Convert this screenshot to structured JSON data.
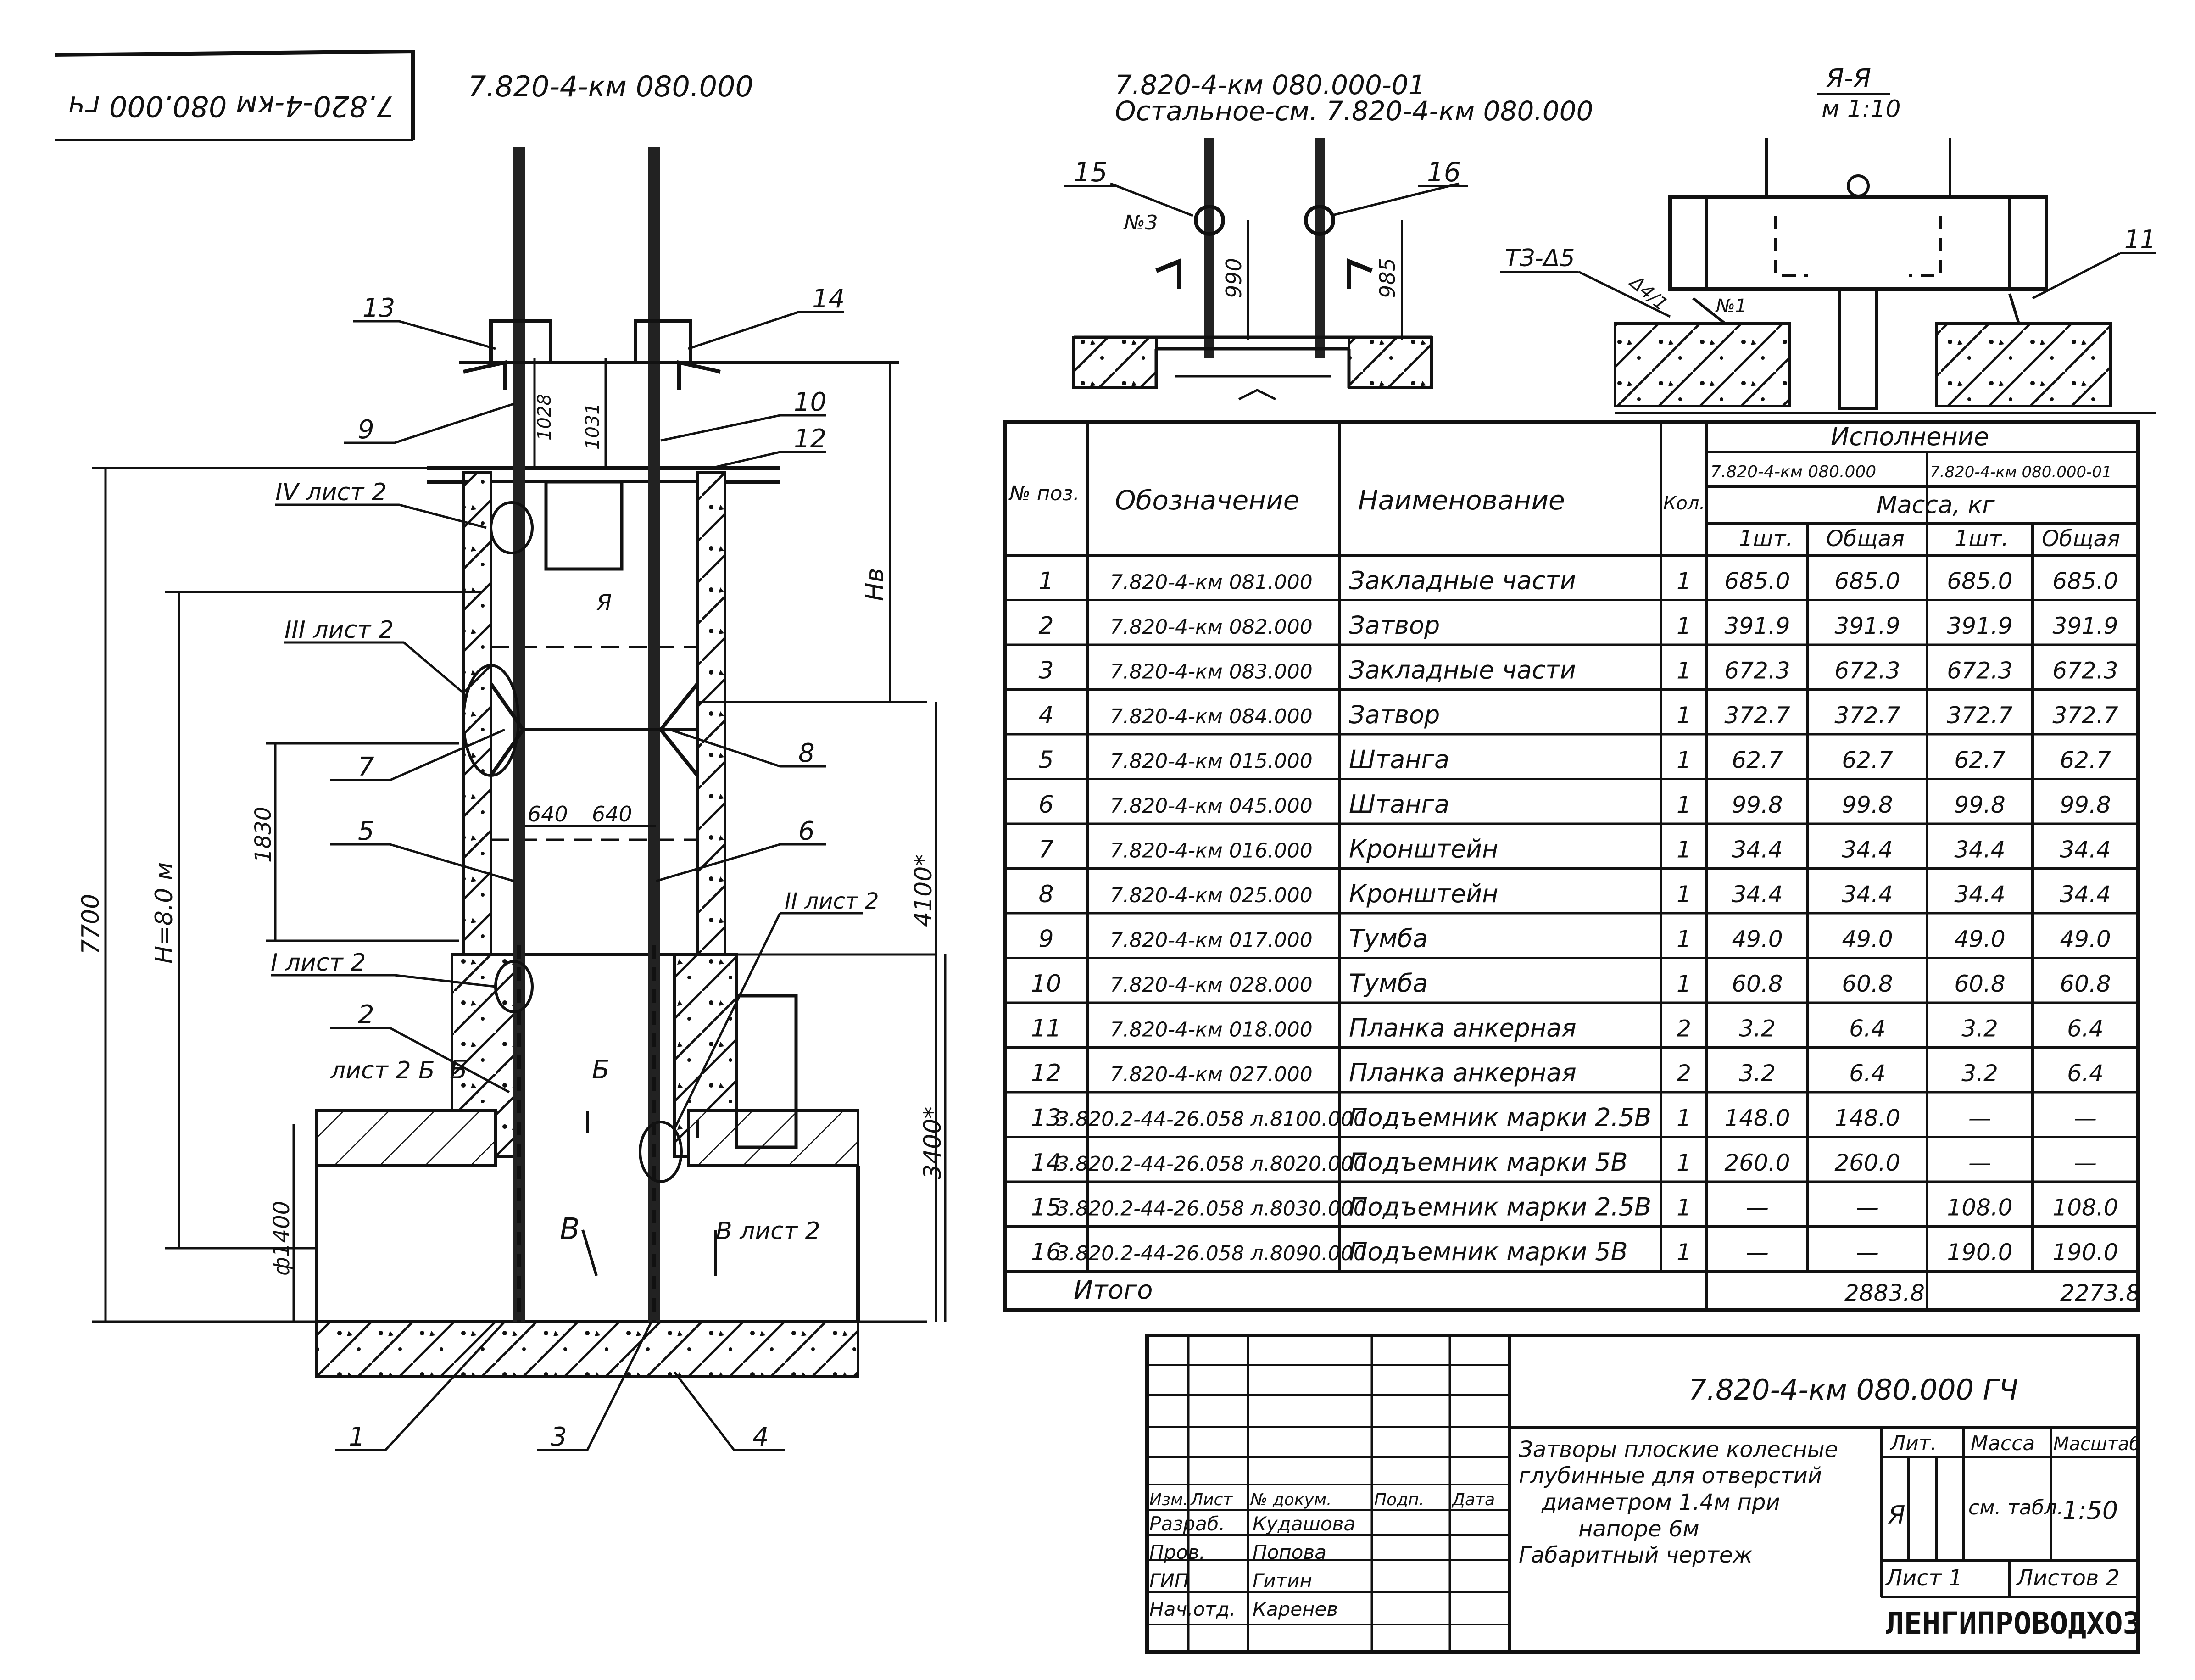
{
  "stamp_codes": {
    "rotated_code": "7.820-4-км 080.000 гч",
    "main_code": "7.820-4-км 080.000",
    "variant_code": "7.820-4-км 080.000-01",
    "variant_note": "Остальное-см. 7.820-4-км 080.000"
  },
  "section_view": {
    "title": "Я-Я",
    "scale": "м 1:10",
    "labels": [
      "ТЗ-Δ5",
      "11",
      "№1",
      "Δ4/1"
    ]
  },
  "detail_view": {
    "labels": [
      "15",
      "16",
      "№3",
      "990",
      "985"
    ]
  },
  "main_view": {
    "callouts": [
      "13",
      "14",
      "9",
      "10",
      "12",
      "7",
      "8",
      "5",
      "6",
      "2",
      "1",
      "3",
      "4"
    ],
    "sheet_refs": [
      "IV лист 2",
      "III лист 2",
      "I лист 2",
      "II лист 2",
      "лист 2 Б",
      "В лист 2"
    ],
    "sections": [
      "Я",
      "Б",
      "Б",
      "В"
    ],
    "dimensions": {
      "d1": "1028",
      "d2": "1031",
      "d3": "1830",
      "d4": "640",
      "d5": "640",
      "total": "7700",
      "h": "Н=8.0 м",
      "d6": "4100*",
      "d7": "3400*",
      "diameter": "ф1400",
      "he": "Нв"
    }
  },
  "spec_table": {
    "headers": {
      "pos": "№ поз.",
      "designation": "Обозначение",
      "name": "Наименование",
      "qty": "Кол.",
      "execution": "Исполнение",
      "exec1": "7.820-4-км 080.000",
      "exec2": "7.820-4-км 080.000-01",
      "mass": "Масса, кг",
      "unit": "1шт.",
      "total": "Общая",
      "unit2": "1шт.",
      "total2": "Общая"
    },
    "rows": [
      {
        "pos": "1",
        "des": "7.820-4-км 081.000",
        "name": "Закладные части",
        "qty": "1",
        "m1": "685.0",
        "t1": "685.0",
        "m2": "685.0",
        "t2": "685.0"
      },
      {
        "pos": "2",
        "des": "7.820-4-км 082.000",
        "name": "Затвор",
        "qty": "1",
        "m1": "391.9",
        "t1": "391.9",
        "m2": "391.9",
        "t2": "391.9"
      },
      {
        "pos": "3",
        "des": "7.820-4-км 083.000",
        "name": "Закладные части",
        "qty": "1",
        "m1": "672.3",
        "t1": "672.3",
        "m2": "672.3",
        "t2": "672.3"
      },
      {
        "pos": "4",
        "des": "7.820-4-км 084.000",
        "name": "Затвор",
        "qty": "1",
        "m1": "372.7",
        "t1": "372.7",
        "m2": "372.7",
        "t2": "372.7"
      },
      {
        "pos": "5",
        "des": "7.820-4-км 015.000",
        "name": "Штанга",
        "qty": "1",
        "m1": "62.7",
        "t1": "62.7",
        "m2": "62.7",
        "t2": "62.7"
      },
      {
        "pos": "6",
        "des": "7.820-4-км 045.000",
        "name": "Штанга",
        "qty": "1",
        "m1": "99.8",
        "t1": "99.8",
        "m2": "99.8",
        "t2": "99.8"
      },
      {
        "pos": "7",
        "des": "7.820-4-км 016.000",
        "name": "Кронштейн",
        "qty": "1",
        "m1": "34.4",
        "t1": "34.4",
        "m2": "34.4",
        "t2": "34.4"
      },
      {
        "pos": "8",
        "des": "7.820-4-км 025.000",
        "name": "Кронштейн",
        "qty": "1",
        "m1": "34.4",
        "t1": "34.4",
        "m2": "34.4",
        "t2": "34.4"
      },
      {
        "pos": "9",
        "des": "7.820-4-км 017.000",
        "name": "Тумба",
        "qty": "1",
        "m1": "49.0",
        "t1": "49.0",
        "m2": "49.0",
        "t2": "49.0"
      },
      {
        "pos": "10",
        "des": "7.820-4-км 028.000",
        "name": "Тумба",
        "qty": "1",
        "m1": "60.8",
        "t1": "60.8",
        "m2": "60.8",
        "t2": "60.8"
      },
      {
        "pos": "11",
        "des": "7.820-4-км 018.000",
        "name": "Планка анкерная",
        "qty": "2",
        "m1": "3.2",
        "t1": "6.4",
        "m2": "3.2",
        "t2": "6.4"
      },
      {
        "pos": "12",
        "des": "7.820-4-км 027.000",
        "name": "Планка анкерная",
        "qty": "2",
        "m1": "3.2",
        "t1": "6.4",
        "m2": "3.2",
        "t2": "6.4"
      },
      {
        "pos": "13",
        "des": "3.820.2-44-26.058 л.8100.000",
        "name": "Подъемник марки 2.5В",
        "qty": "1",
        "m1": "148.0",
        "t1": "148.0",
        "m2": "—",
        "t2": "—"
      },
      {
        "pos": "14",
        "des": "3.820.2-44-26.058 л.8020.000",
        "name": "Подъемник марки 5В",
        "qty": "1",
        "m1": "260.0",
        "t1": "260.0",
        "m2": "—",
        "t2": "—"
      },
      {
        "pos": "15",
        "des": "3.820.2-44-26.058 л.8030.000",
        "name": "Подъемник марки 2.5В",
        "qty": "1",
        "m1": "—",
        "t1": "—",
        "m2": "108.0",
        "t2": "108.0"
      },
      {
        "pos": "16",
        "des": "3.820.2-44-26.058 л.8090.000",
        "name": "Подъемник марки 5В",
        "qty": "1",
        "m1": "—",
        "t1": "—",
        "m2": "190.0",
        "t2": "190.0"
      }
    ],
    "total_label": "Итого",
    "total1": "2883.8",
    "total2": "2273.8"
  },
  "title_block": {
    "doc_code": "7.820-4-км 080.000 ГЧ",
    "title_lines": [
      "Затворы плоские колесные",
      "глубинные для отверстий",
      "диаметром 1.4м при",
      "напоре 6м",
      "Габаритный чертеж"
    ],
    "lit_label": "Лит.",
    "mass_label": "Масса",
    "scale_label": "Масштаб",
    "lit_value": "Я",
    "mass_value": "см. табл.",
    "scale_value": "1:50",
    "sheet": "Лист 1",
    "sheets": "Листов 2",
    "org": "ЛЕНГИПРОВОДХОЗ",
    "head_cells": [
      "Изм.",
      "Лист",
      "№ докум.",
      "Подп.",
      "Дата"
    ],
    "people": [
      {
        "role": "Разраб.",
        "name": "Кудашова"
      },
      {
        "role": "Пров.",
        "name": "Попова"
      },
      {
        "role": "ГИП",
        "name": "Гитин"
      },
      {
        "role": "Нач.отд.",
        "name": "Каренев"
      }
    ]
  }
}
